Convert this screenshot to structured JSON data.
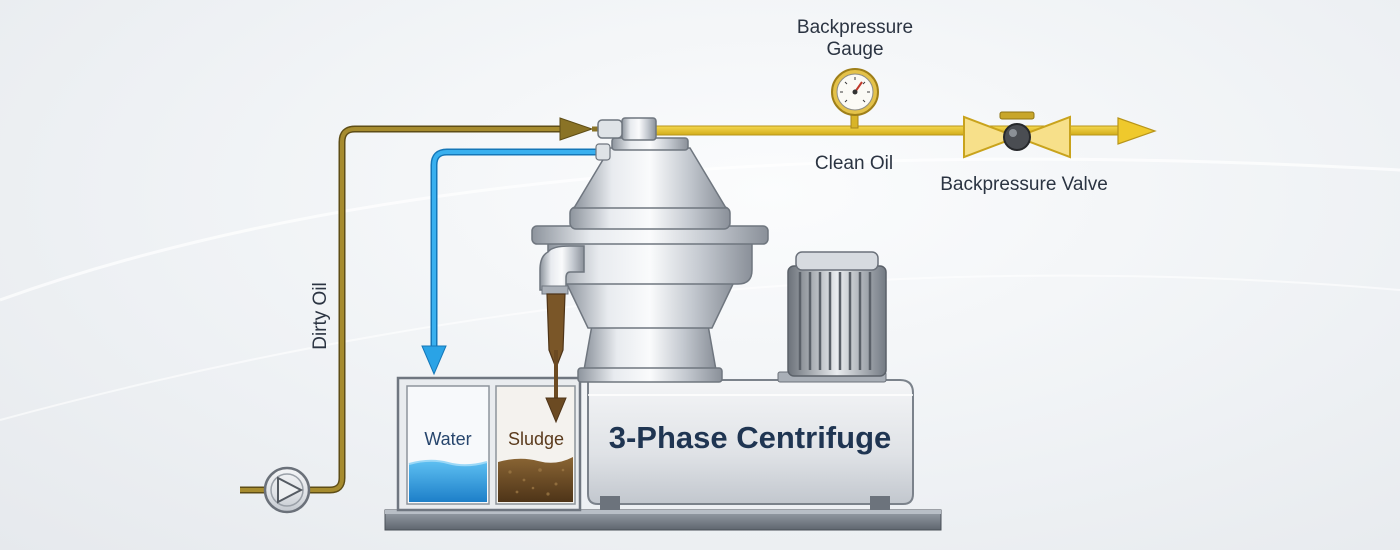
{
  "labels": {
    "gauge_line1": "Backpressure",
    "gauge_line2": "Gauge",
    "clean_oil": "Clean Oil",
    "valve": "Backpressure Valve",
    "dirty_oil": "Dirty Oil",
    "water": "Water",
    "sludge": "Sludge",
    "machine": "3-Phase Centrifuge"
  },
  "icons": {
    "pump": "pump-icon",
    "gauge": "pressure-gauge-icon",
    "valve": "valve-icon",
    "motor": "motor-icon",
    "centrifuge": "centrifuge-bowl-icon"
  },
  "colors": {
    "dirty_oil": "#8a7326",
    "clean_oil": "#e6c230",
    "water": "#2aa3e6",
    "sludge": "#6b4a22",
    "steel": "#c7ccd3"
  }
}
